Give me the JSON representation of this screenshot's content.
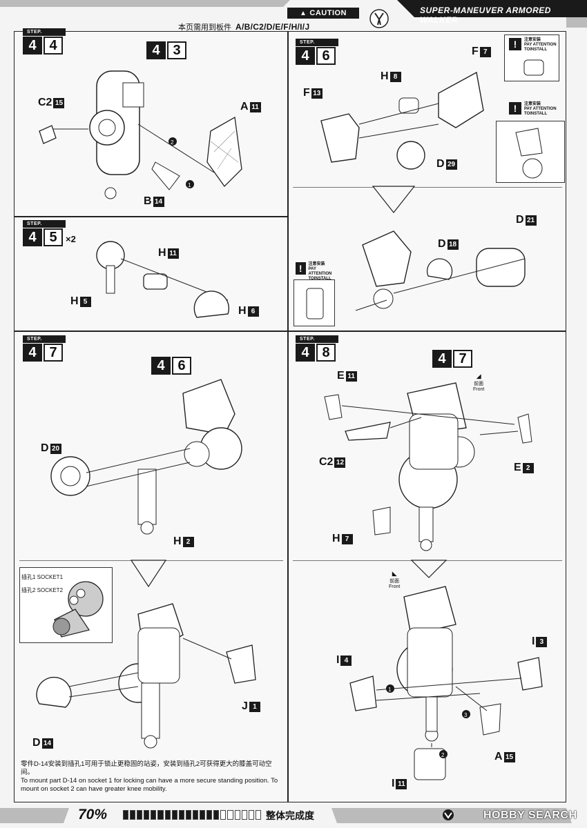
{
  "header": {
    "caution": "CAUTION",
    "sheets_label": "本页需用到板件",
    "sheets": "A/B/C2/D/E/F/H/I/J",
    "brand": "SUPER-MANEUVER ARMORED WALKER"
  },
  "step_tag": "STEP.",
  "steps": [
    {
      "d1": "4",
      "d2": "4"
    },
    {
      "d1": "4",
      "d2": "5",
      "multiplier": "×2"
    },
    {
      "d1": "4",
      "d2": "6"
    },
    {
      "d1": "4",
      "d2": "7"
    },
    {
      "d1": "4",
      "d2": "8"
    }
  ],
  "subassembly_refs": [
    {
      "d1": "4",
      "d2": "3"
    },
    {
      "d1": "4",
      "d2": "6"
    },
    {
      "d1": "4",
      "d2": "7"
    }
  ],
  "parts": {
    "s44": [
      {
        "letter": "C2",
        "num": "15"
      },
      {
        "letter": "A",
        "num": "11"
      },
      {
        "letter": "B",
        "num": "14"
      }
    ],
    "s45": [
      {
        "letter": "H",
        "num": "11"
      },
      {
        "letter": "H",
        "num": "5"
      },
      {
        "letter": "H",
        "num": "6"
      }
    ],
    "s46": [
      {
        "letter": "F",
        "num": "7"
      },
      {
        "letter": "H",
        "num": "8"
      },
      {
        "letter": "F",
        "num": "13"
      },
      {
        "letter": "D",
        "num": "29"
      },
      {
        "letter": "D",
        "num": "21"
      },
      {
        "letter": "D",
        "num": "18"
      }
    ],
    "s47": [
      {
        "letter": "D",
        "num": "20"
      },
      {
        "letter": "H",
        "num": "2"
      },
      {
        "letter": "J",
        "num": "1"
      },
      {
        "letter": "D",
        "num": "14"
      }
    ],
    "s48": [
      {
        "letter": "E",
        "num": "11"
      },
      {
        "letter": "C2",
        "num": "12"
      },
      {
        "letter": "E",
        "num": "2"
      },
      {
        "letter": "H",
        "num": "7"
      },
      {
        "letter": "I",
        "num": "3"
      },
      {
        "letter": "I",
        "num": "4"
      },
      {
        "letter": "A",
        "num": "15"
      },
      {
        "letter": "I",
        "num": "11"
      }
    ]
  },
  "attention": {
    "cn": "注意安装",
    "en1": "PAY ATTENTION",
    "en2": "TOINSTALL"
  },
  "front_label": {
    "cn": "前面",
    "en": "Front"
  },
  "socket": {
    "s1": "插孔1 SOCKET1",
    "s2": "插孔2 SOCKET2"
  },
  "note": {
    "cn": "零件D-14安装到插孔1可用于锁止更稳固的站姿，安装到插孔2可获得更大的膝盖可动空间。",
    "en": "To mount part D-14 on socket 1 for locking can have a more secure standing position. To mount on socket 2 can have greater knee mobility."
  },
  "order_marks": [
    "1",
    "2",
    "3"
  ],
  "footer": {
    "progress_text": "70%",
    "progress": 0.7,
    "progress_label": "整体完成度",
    "watermark": "HOBBY SEARCH"
  }
}
